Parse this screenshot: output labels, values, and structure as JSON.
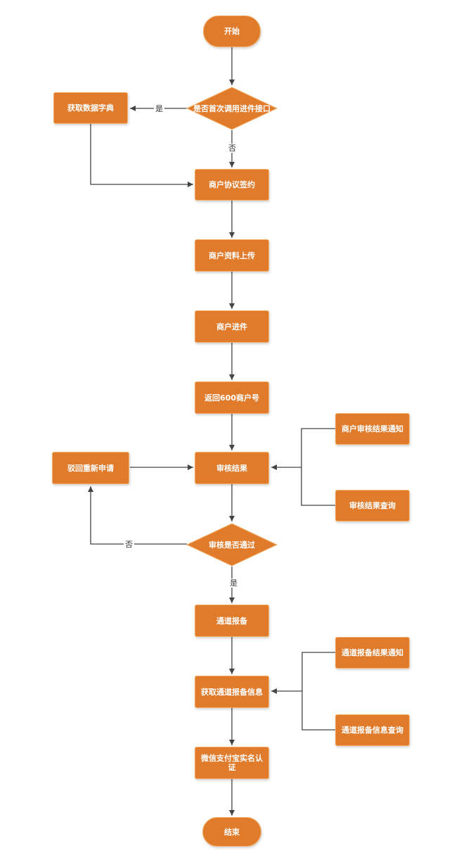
{
  "nodes": {
    "start": "开始",
    "first_call": "是否首次调用进件接口",
    "get_dict": "获取数据字典",
    "sign_agreement": "商户协议签约",
    "upload_docs": "商户资料上传",
    "onboard": "商户进件",
    "return_id": "返回600商户号",
    "review_result": "审核结果",
    "review_notify": "商户审核结果通知",
    "review_query": "审核结果查询",
    "reject_reapply": "驳回重新申请",
    "review_passed": "审核是否通过",
    "channel_report": "通道报备",
    "get_report_info": "获取通道报备信息",
    "report_notify": "通道报备结果通知",
    "report_query": "通道报备信息查询",
    "realname_auth": "微信支付宝实名认证",
    "end": "结束"
  },
  "edge_labels": {
    "first_call_yes": "是",
    "first_call_no": "否",
    "review_no": "否",
    "review_yes": "是"
  },
  "colors": {
    "node_fill": "#e07b2c",
    "node_border": "#f3b066",
    "line": "#444444"
  }
}
